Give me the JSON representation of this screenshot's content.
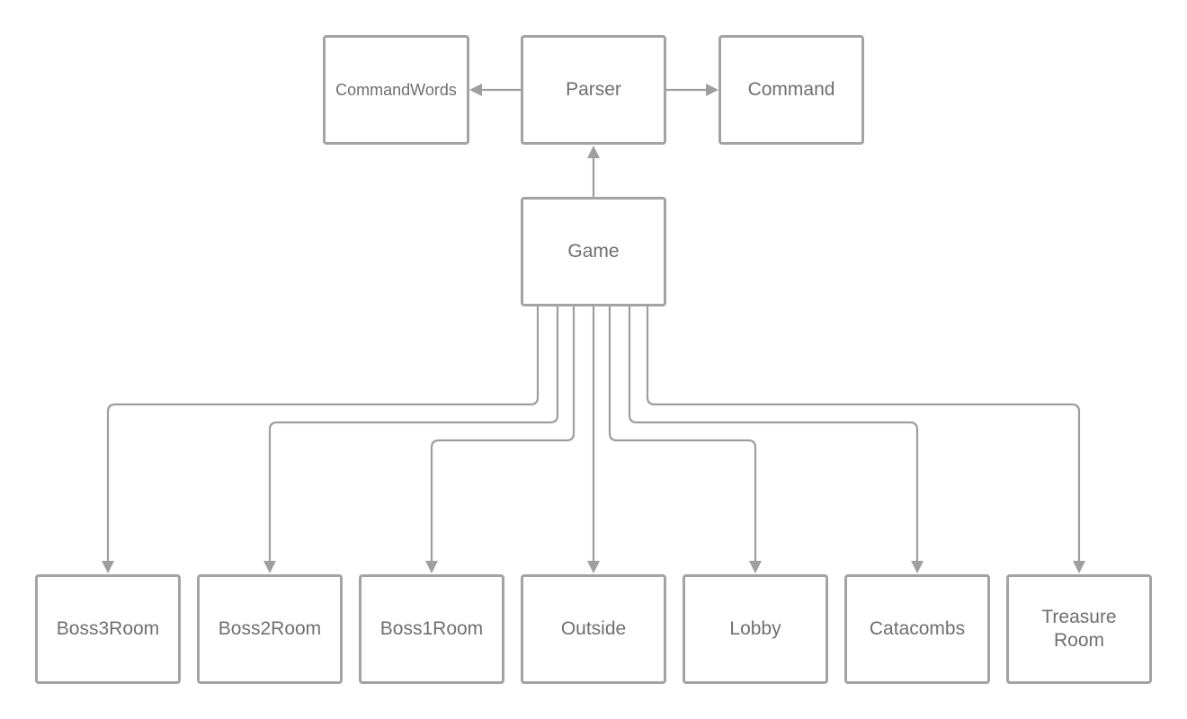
{
  "diagram": {
    "colors": {
      "node_border": "#a3a3a3",
      "connector": "#9e9e9e",
      "label_text": "#6f6f6f",
      "background": "#ffffff"
    },
    "nodes": {
      "commandwords": "CommandWords",
      "parser": "Parser",
      "command": "Command",
      "game": "Game",
      "boss3room": "Boss3Room",
      "boss2room": "Boss2Room",
      "boss1room": "Boss1Room",
      "outside": "Outside",
      "lobby": "Lobby",
      "catacombs": "Catacombs",
      "treasure_room": "Treasure\nRoom"
    },
    "edges": [
      {
        "from": "Parser",
        "to": "CommandWords"
      },
      {
        "from": "Parser",
        "to": "Command"
      },
      {
        "from": "Game",
        "to": "Parser"
      },
      {
        "from": "Game",
        "to": "Boss3Room"
      },
      {
        "from": "Game",
        "to": "Boss2Room"
      },
      {
        "from": "Game",
        "to": "Boss1Room"
      },
      {
        "from": "Game",
        "to": "Outside"
      },
      {
        "from": "Game",
        "to": "Lobby"
      },
      {
        "from": "Game",
        "to": "Catacombs"
      },
      {
        "from": "Game",
        "to": "Treasure Room"
      }
    ]
  }
}
